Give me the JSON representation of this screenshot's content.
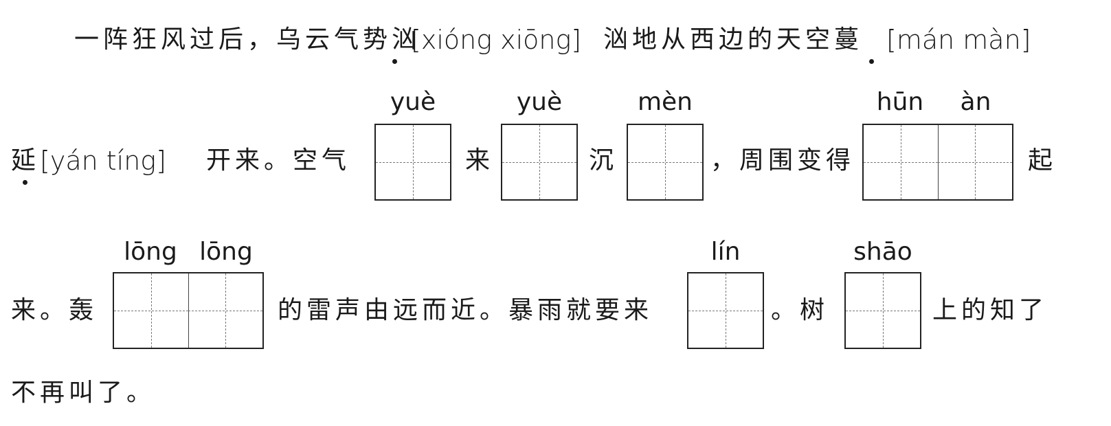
{
  "lines": {
    "l1a": "一阵狂风过后，乌云气势汹",
    "l1_bracket1": "[xióng   xiōng]",
    "l1b": "汹地从西边的天空蔓",
    "l1_bracket2": "[mán   màn]",
    "l2a": "延",
    "l2_bracket": "[yán   tíng]",
    "l2b": "开来。空气",
    "l2c": "来",
    "l2d": "沉",
    "l2e": "，周围变得",
    "l2f": "起",
    "l3a": "来。轰",
    "l3b": "的雷声由远而近。暴雨就要来",
    "l3c": "。树",
    "l3d": "上的知了",
    "l4": "不再叫了。"
  },
  "pinyin_prompts": {
    "box1": "yuè",
    "box2": "yuè",
    "box3": "mèn",
    "box4a": "hūn",
    "box4b": "àn",
    "box5a": "lōng",
    "box5b": "lōng",
    "box6": "lín",
    "box7": "shāo"
  }
}
